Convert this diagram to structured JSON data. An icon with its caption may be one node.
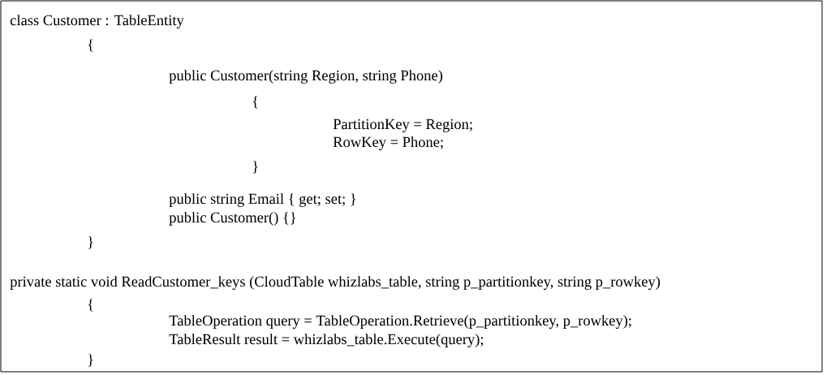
{
  "diagram": {
    "labels": [
      "class Customer : TableEntity",
      "{",
      "public Customer(string Region, string Phone)",
      "{",
      "PartitionKey = Region;",
      "RowKey = Phone;",
      "}",
      "public string Email { get; set; }",
      "public Customer() {}",
      "}",
      "private static void ReadCustomer_keys (CloudTable whizlabs_table, string p_partitionkey, string p_rowkey)",
      "{",
      "TableOperation query = TableOperation.Retrieve(p_partitionkey, p_rowkey);",
      "TableResult result = whizlabs_table.Execute(query);",
      "}"
    ]
  }
}
